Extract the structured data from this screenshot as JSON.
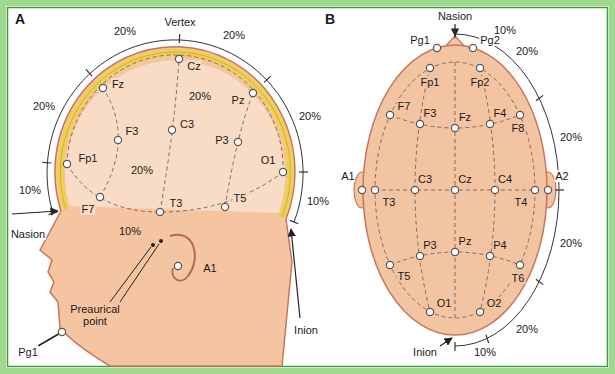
{
  "diagram": {
    "labels": [
      "A",
      "B",
      "20%",
      "20%",
      "Vertex",
      "20%",
      "20%",
      "10%",
      "10%",
      "Fz",
      "Cz",
      "Pz",
      "Fp1",
      "F3",
      "C3",
      "P3",
      "O1",
      "F7",
      "T3",
      "T5",
      "20%",
      "20%",
      "10%",
      "A1",
      "Preaurical point",
      "Nasion",
      "Inion",
      "Pg1",
      "Nasion",
      "Pg1",
      "Pg2",
      "10%",
      "Fp1",
      "Fp2",
      "F7",
      "F3",
      "Fz",
      "F4",
      "F8",
      "20%",
      "20%",
      "A1",
      "T3",
      "C3",
      "Cz",
      "C4",
      "T4",
      "A2",
      "20%",
      "T5",
      "P3",
      "Pz",
      "P4",
      "T6",
      "20%",
      "O1",
      "O2",
      "Inion",
      "10%"
    ]
  }
}
